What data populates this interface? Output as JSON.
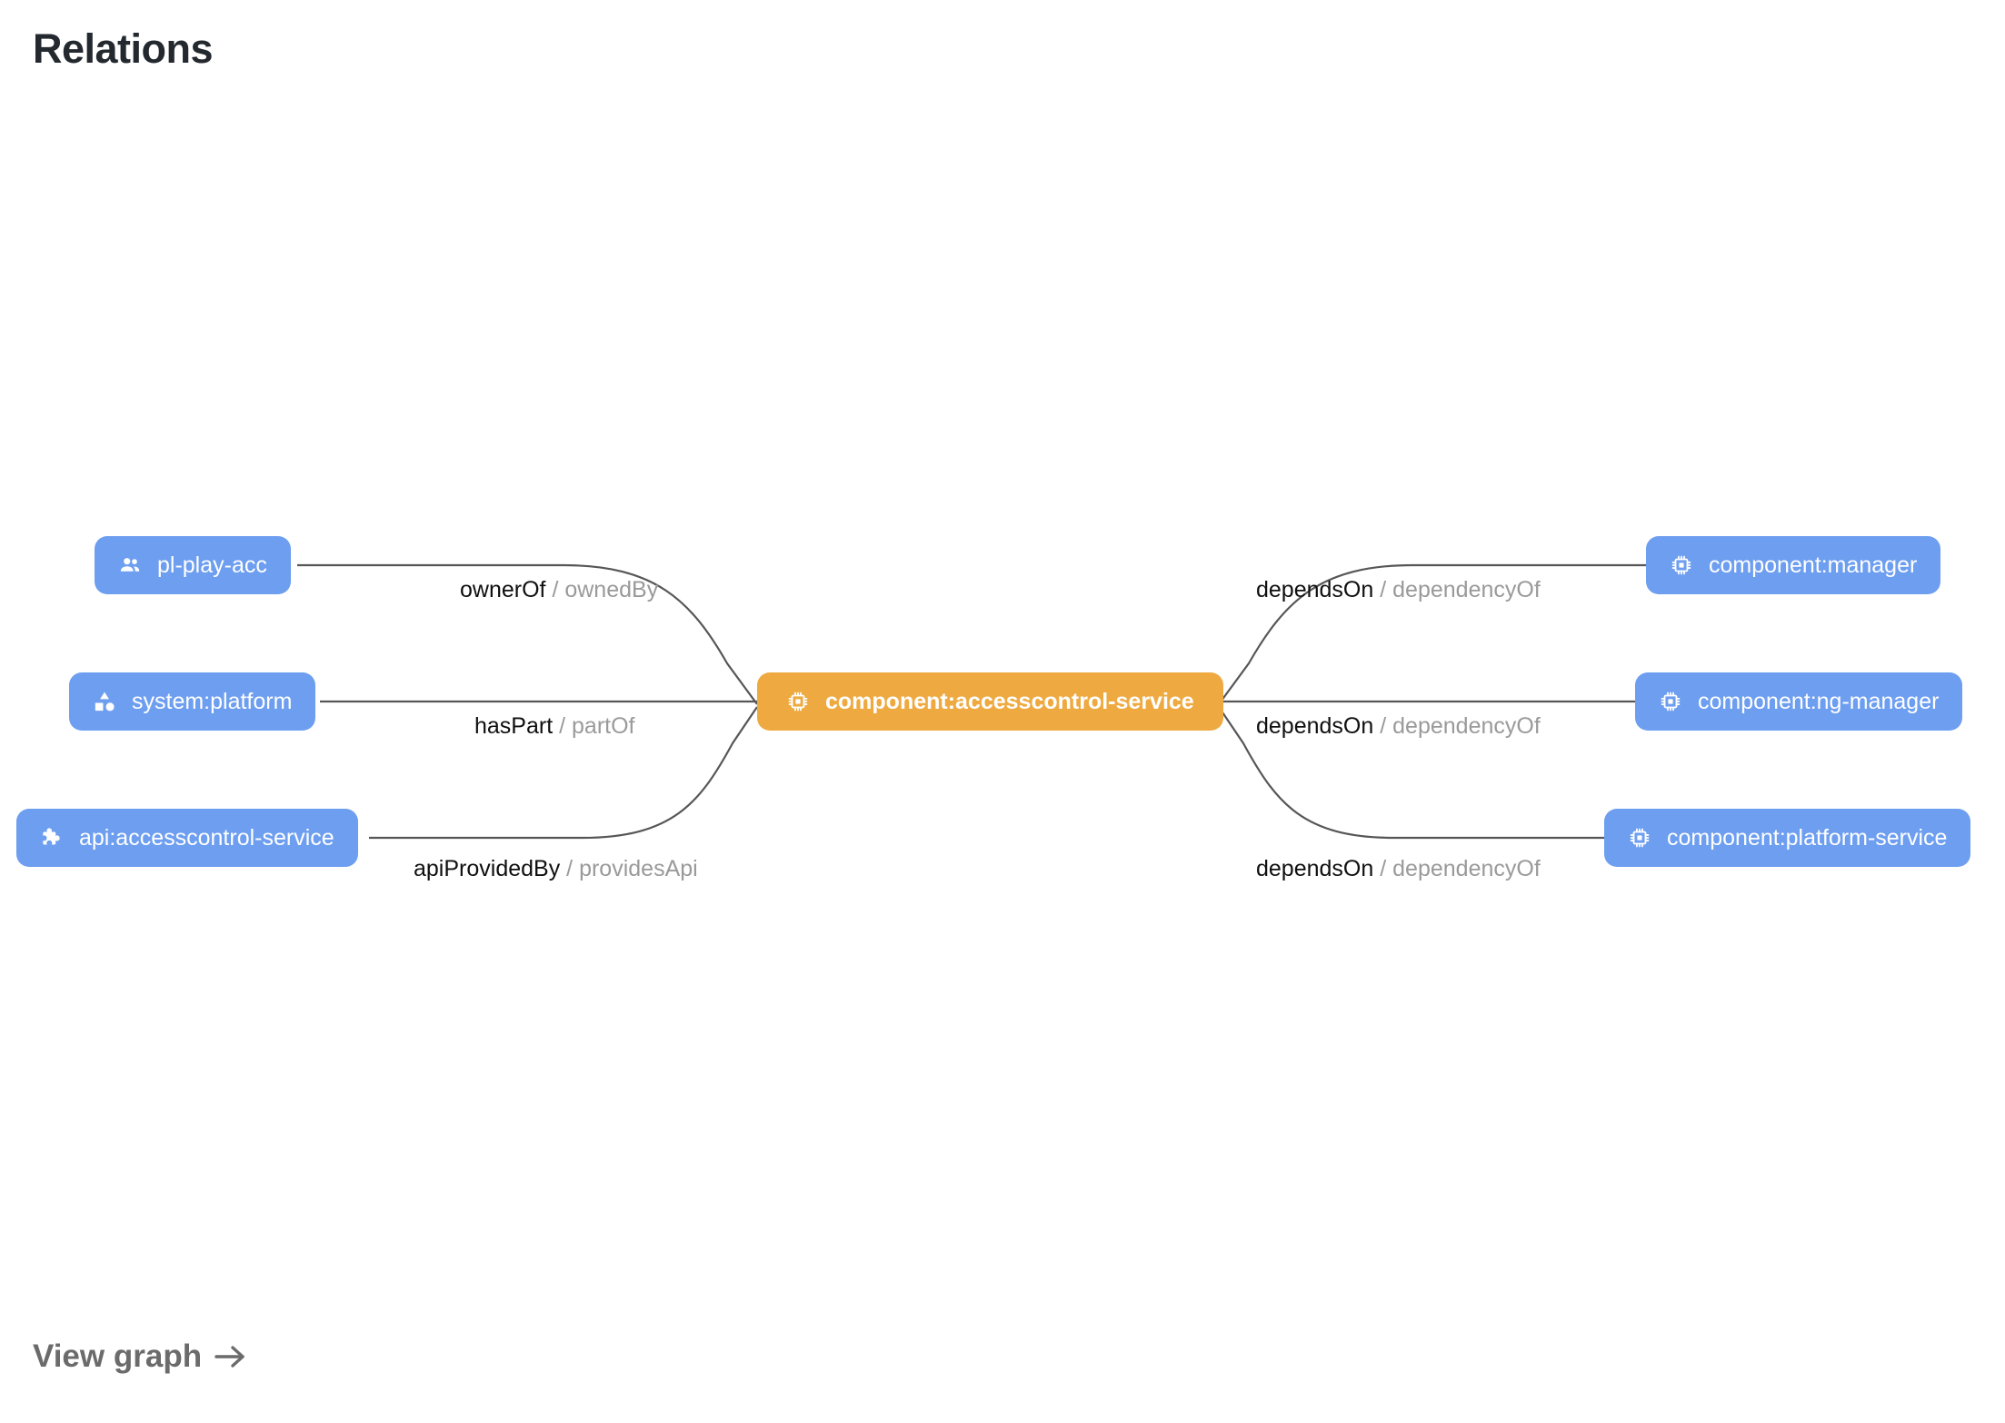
{
  "header": {
    "title": "Relations"
  },
  "footer": {
    "view_graph_label": "View graph",
    "arrow_icon": "arrow-right-icon"
  },
  "colors": {
    "background": "#ffffff",
    "node_default": "#6d9ef0",
    "node_focus": "#eeaa41",
    "node_text": "#ffffff",
    "edge_stroke": "#565656",
    "label_primary": "#0f0f0f",
    "label_secondary": "#9a9a9a",
    "title_text": "#24292f",
    "footer_text": "#6b6b6b"
  },
  "graph": {
    "nodes": [
      {
        "id": "owner",
        "label": "pl-play-acc",
        "kind": "group",
        "icon": "group-icon",
        "focus": false
      },
      {
        "id": "system",
        "label": "system:platform",
        "kind": "system",
        "icon": "category-icon",
        "focus": false
      },
      {
        "id": "api",
        "label": "api:accesscontrol-service",
        "kind": "api",
        "icon": "puzzle-icon",
        "focus": false
      },
      {
        "id": "center",
        "label": "component:accesscontrol-service",
        "kind": "component",
        "icon": "chip-icon",
        "focus": true
      },
      {
        "id": "manager",
        "label": "component:manager",
        "kind": "component",
        "icon": "chip-icon",
        "focus": false
      },
      {
        "id": "ngmanager",
        "label": "component:ng-manager",
        "kind": "component",
        "icon": "chip-icon",
        "focus": false
      },
      {
        "id": "platformsvc",
        "label": "component:platform-service",
        "kind": "component",
        "icon": "chip-icon",
        "focus": false
      }
    ],
    "edges": [
      {
        "id": "ownerOf",
        "source": "owner",
        "target": "center",
        "primary": "ownerOf",
        "separator": "/",
        "secondary": "ownedBy"
      },
      {
        "id": "hasPart",
        "source": "system",
        "target": "center",
        "primary": "hasPart",
        "separator": "/",
        "secondary": "partOf"
      },
      {
        "id": "apiProvided",
        "source": "api",
        "target": "center",
        "primary": "apiProvidedBy",
        "separator": "/",
        "secondary": "providesApi"
      },
      {
        "id": "dep-top",
        "source": "center",
        "target": "manager",
        "primary": "dependsOn",
        "separator": "/",
        "secondary": "dependencyOf"
      },
      {
        "id": "dep-mid",
        "source": "center",
        "target": "ngmanager",
        "primary": "dependsOn",
        "separator": "/",
        "secondary": "dependencyOf"
      },
      {
        "id": "dep-bot",
        "source": "center",
        "target": "platformsvc",
        "primary": "dependsOn",
        "separator": "/",
        "secondary": "dependencyOf"
      }
    ]
  }
}
